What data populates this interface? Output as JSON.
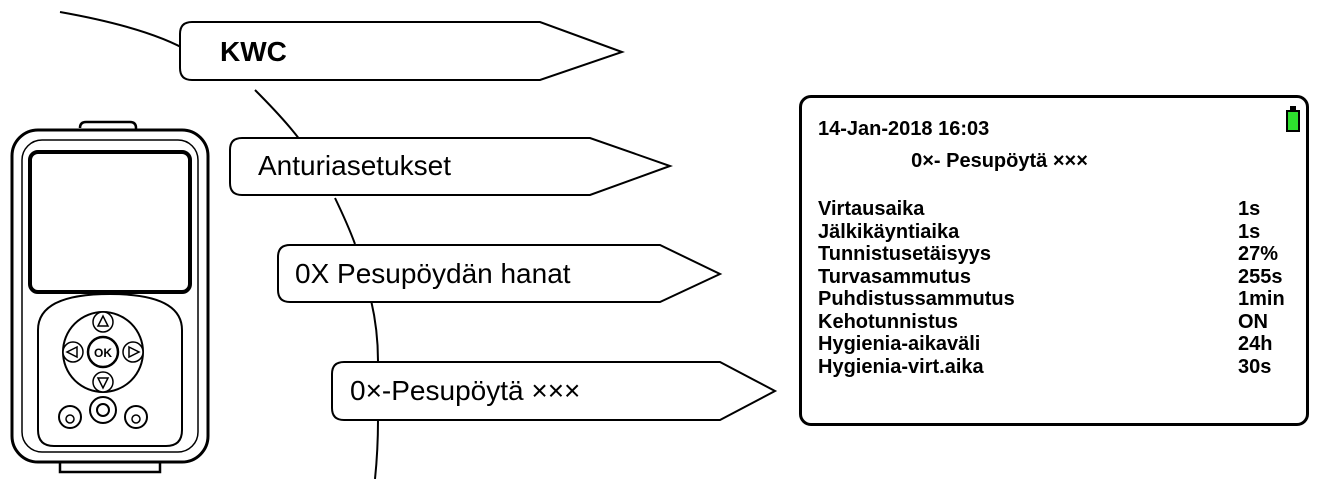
{
  "menu_tags": [
    {
      "label": "KWC"
    },
    {
      "label": "Anturiasetukset"
    },
    {
      "label": "0X Pesupöydän hanat"
    },
    {
      "label": "0×-Pesupöytä ×××"
    }
  ],
  "device": {
    "ok_button_label": "OK"
  },
  "screen": {
    "datetime": "14-Jan-2018 16:03",
    "title": "0×- Pesupöytä ×××",
    "battery_color": "#2ee02e",
    "rows": [
      {
        "label": "Virtausaika",
        "value": "1s"
      },
      {
        "label": "Jälkikäyntiaika",
        "value": "1s"
      },
      {
        "label": "Tunnistusetäisyys",
        "value": "27%"
      },
      {
        "label": "Turvasammutus",
        "value": "255s"
      },
      {
        "label": "Puhdistussammutus",
        "value": "1min"
      },
      {
        "label": "Kehotunnistus",
        "value": "ON"
      },
      {
        "label": "Hygienia-aikaväli",
        "value": "24h"
      },
      {
        "label": "Hygienia-virt.aika",
        "value": "30s"
      }
    ]
  }
}
